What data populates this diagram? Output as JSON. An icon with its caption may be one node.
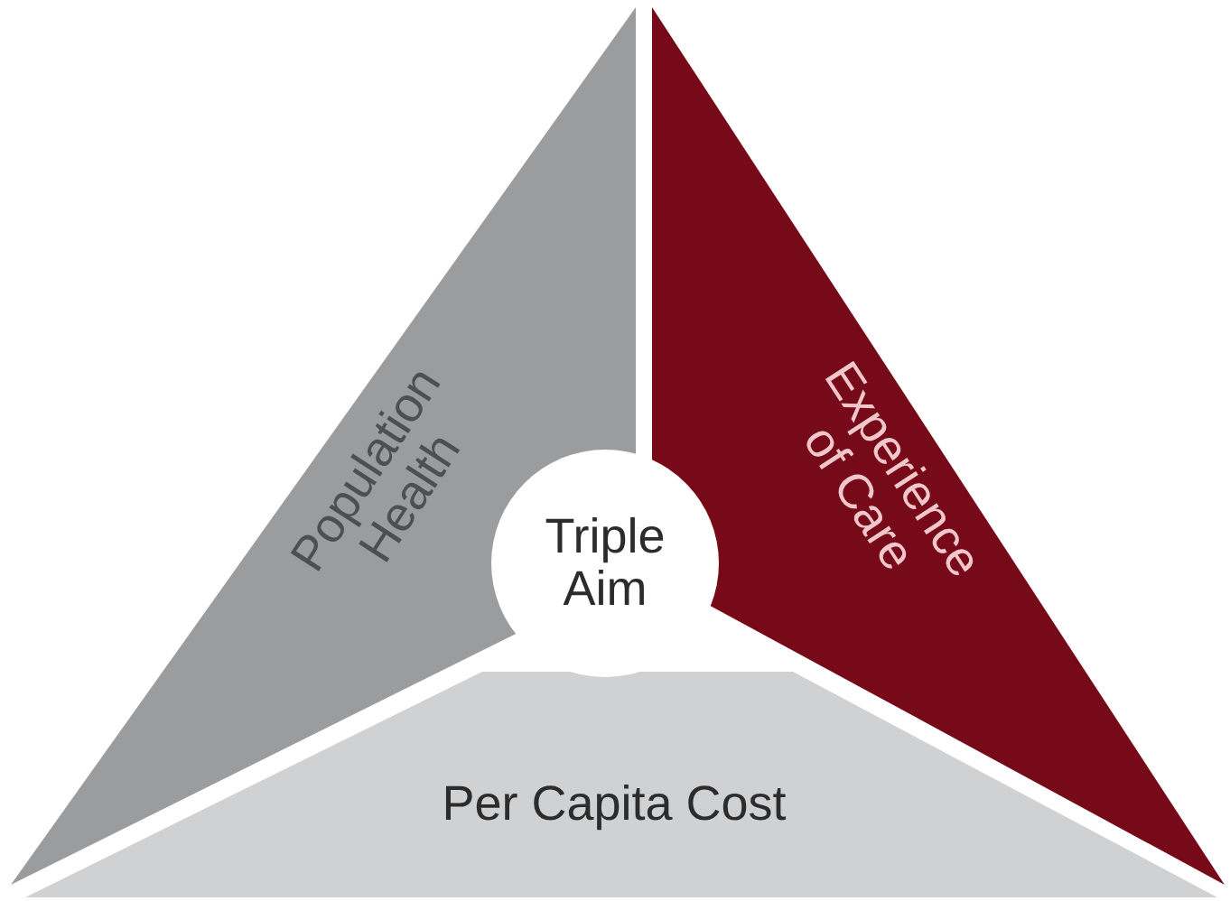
{
  "diagram": {
    "nodes": [
      {
        "text": [
          "Population Health"
        ]
      },
      {
        "text": [
          "Experience of Care"
        ]
      },
      {
        "text": [
          "Per Capita Cost"
        ]
      },
      {
        "text": [
          "Triple Aim"
        ]
      }
    ]
  }
}
